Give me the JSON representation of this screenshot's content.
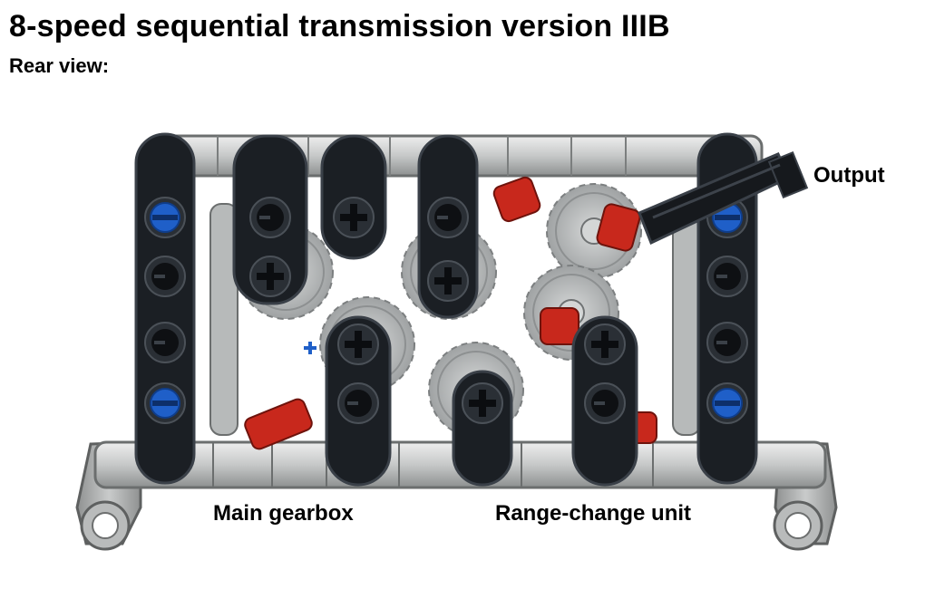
{
  "header": {
    "title": "8-speed sequential transmission version IIIB",
    "subtitle": "Rear view:"
  },
  "labels": {
    "output": "Output",
    "main_gearbox": "Main gearbox",
    "range_change_unit": "Range-change unit"
  },
  "colors": {
    "beam_black": "#1b1f24",
    "beam_edge": "#3a4048",
    "axle_gray": "#c8cbcb",
    "gear_gray": "#b9bcbd",
    "pin_blue": "#1f5fc8",
    "bush_red": "#c8281c",
    "frame_gray": "#a7a9a9"
  }
}
